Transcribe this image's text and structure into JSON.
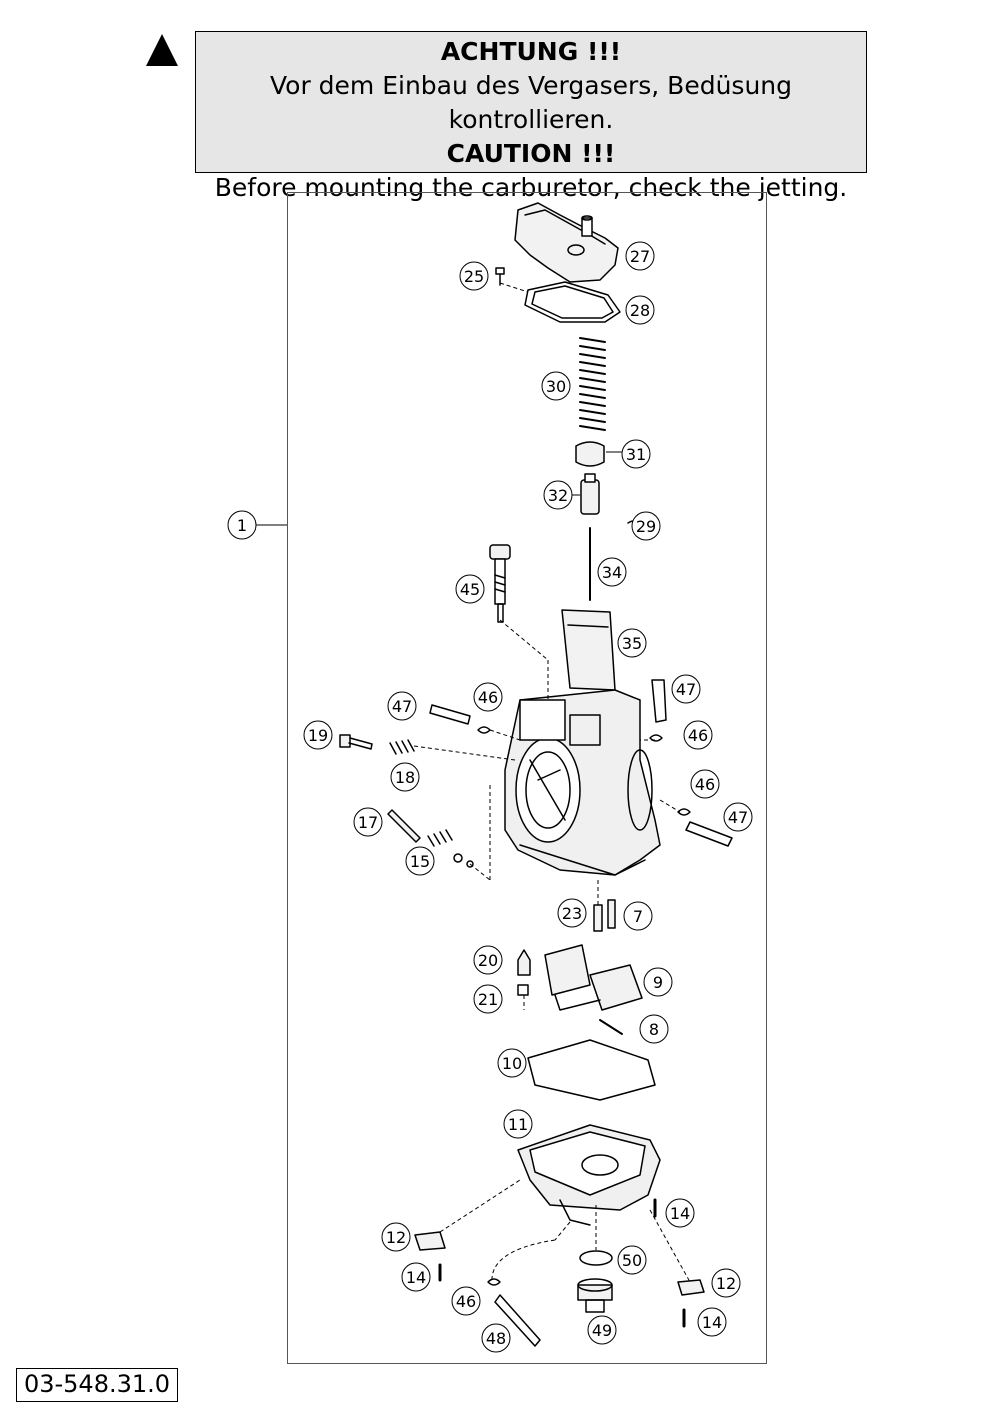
{
  "warning": {
    "title_de": "ACHTUNG !!!",
    "text_de": "Vor dem Einbau des Vergasers, Bedüsung kontrollieren.",
    "title_en": "CAUTION !!!",
    "text_en": "Before mounting the carburetor, check the jetting."
  },
  "document_number": "03-548.31.0",
  "callouts": {
    "c1": "1",
    "c27": "27",
    "c25": "25",
    "c28": "28",
    "c30": "30",
    "c31": "31",
    "c32": "32",
    "c29": "29",
    "c34": "34",
    "c45": "45",
    "c35": "35",
    "c47a": "47",
    "c46a": "46",
    "c47b": "47",
    "c46b": "46",
    "c19": "19",
    "c18": "18",
    "c46c": "46",
    "c47c": "47",
    "c17": "17",
    "c15": "15",
    "c23": "23",
    "c7": "7",
    "c20": "20",
    "c9": "9",
    "c21": "21",
    "c8": "8",
    "c10": "10",
    "c11": "11",
    "c14a": "14",
    "c12a": "12",
    "c50": "50",
    "c14b": "14",
    "c12b": "12",
    "c46d": "46",
    "c49": "49",
    "c14c": "14",
    "c48": "48"
  }
}
